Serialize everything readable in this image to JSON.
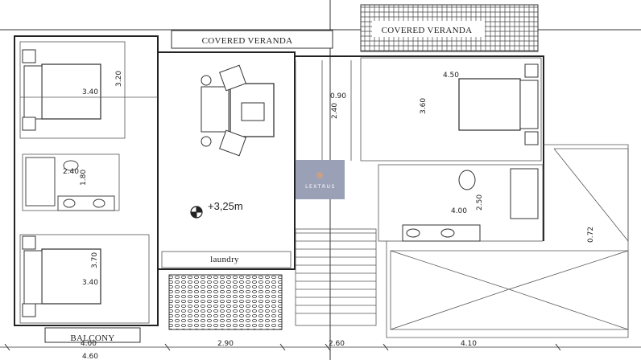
{
  "plan": {
    "labels": {
      "veranda_left": "COVERED VERANDA",
      "veranda_right": "COVERED VERANDA",
      "balcony": "BALCONY",
      "laundry": "laundry",
      "elevation": "+3,25m"
    },
    "dimensions": {
      "bed1_width": "3.40",
      "bed1_depth": "3.20",
      "bath1_a": "2.40",
      "bath1_b": "1.80",
      "bed2_width": "3.40",
      "bed2_depth": "3.70",
      "stair_a": "0.90",
      "stair_b": "2.40",
      "bed3_width": "4.50",
      "bed3_depth": "3.60",
      "bath2_width": "4.00",
      "bath2_depth": "2.50",
      "roof_small": "0.72",
      "bottom_1": "4.00",
      "bottom_2": "2.90",
      "bottom_3": "2.60",
      "bottom_4": "4.10",
      "bottom_partial": "4.60"
    },
    "watermark": {
      "text": "LEXTRUS",
      "bg_color": "#9aa1b6"
    }
  }
}
